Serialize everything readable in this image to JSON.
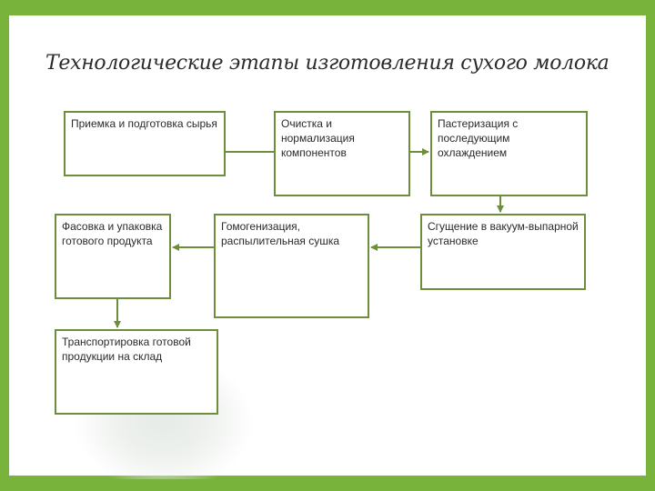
{
  "title": "Технологические этапы изготовления сухого молока",
  "steps": [
    {
      "label": "Приемка и подготовка сырья"
    },
    {
      "label": "Очистка и нормализация компонентов"
    },
    {
      "label": "Пастеризация с последующим охлаждением"
    },
    {
      "label": "Сгущение в вакуум-выпарной установке"
    },
    {
      "label": "Гомогенизация, распылительная сушка"
    },
    {
      "label": "Фасовка и упаковка готового продукта"
    },
    {
      "label": "Транспортировка готовой продукции на склад"
    }
  ],
  "colors": {
    "frame": "#78b43c",
    "box_border": "#6e8e3c",
    "arrow": "#6e8e3c"
  }
}
